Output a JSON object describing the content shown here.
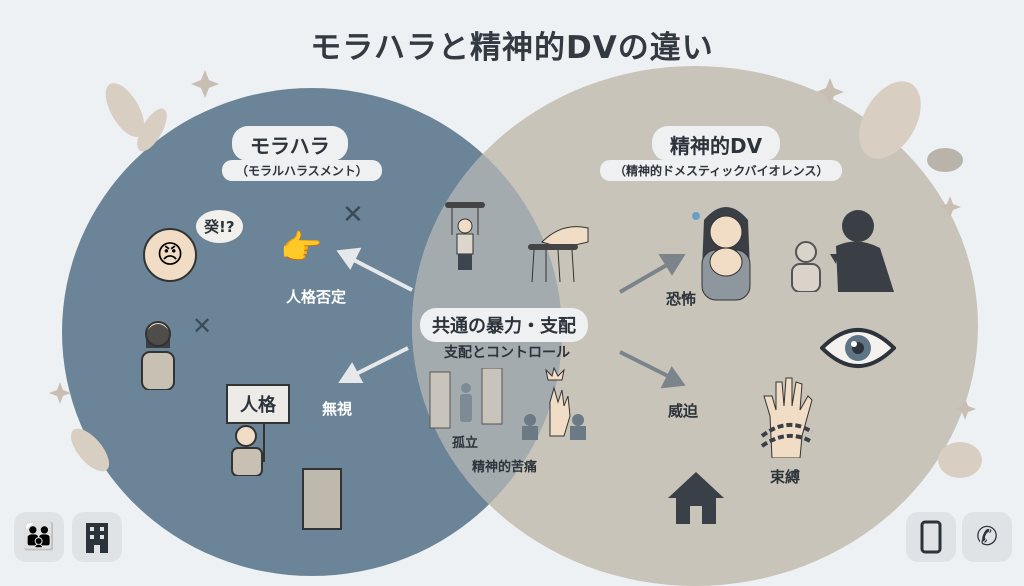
{
  "title": "モラハラと精神的DVの違い",
  "left": {
    "heading": "モラハラ",
    "subheading": "（モラルハラスメント）",
    "bubble_text": "癸!?",
    "items": [
      "人格否定",
      "無視"
    ],
    "sign_text": "人格"
  },
  "center": {
    "heading": "共通の暴力・支配",
    "subheading": "支配とコントロール",
    "items": [
      "孤立",
      "精神的苦痛"
    ]
  },
  "right": {
    "heading": "精神的DV",
    "subheading": "（精神的ドメスティックバイオレンス）",
    "items": [
      "恐怖",
      "威迫",
      "束縛"
    ]
  },
  "colors": {
    "left": "#6b8497",
    "right": "#c9c4b9",
    "overlap": "#a3abaf",
    "text": "#2d333a"
  }
}
